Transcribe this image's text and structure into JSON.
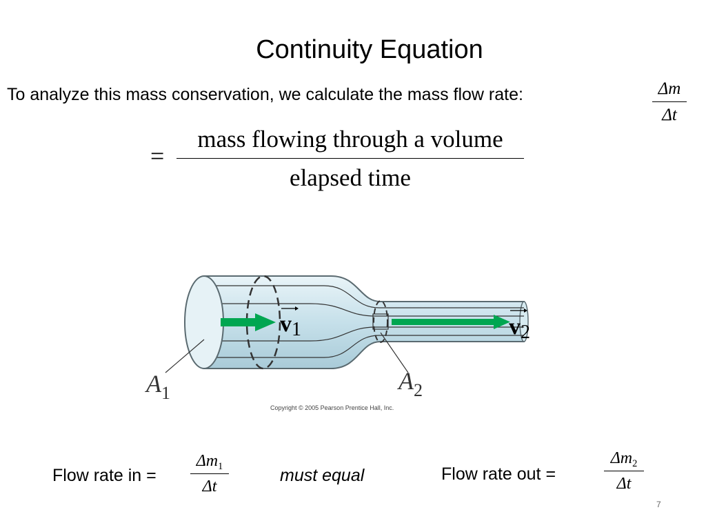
{
  "slide": {
    "title": "Continuity Equation",
    "intro_text": "To analyze this mass conservation, we calculate the mass flow rate:",
    "page_number": "7"
  },
  "rate_fraction": {
    "numerator": "Δm",
    "denominator": "Δt"
  },
  "definition": {
    "equals_sign": "=",
    "numerator": "mass flowing through a volume",
    "denominator": "elapsed time"
  },
  "figure": {
    "label_A": "A",
    "label_A1_sub": "1",
    "label_A2_sub": "2",
    "label_v": "v",
    "label_v1_sub": "1",
    "label_v2_sub": "2",
    "copyright": "Copyright © 2005 Pearson Prentice Hall, Inc.",
    "colors": {
      "tube_fill": "#cfe6ee",
      "tube_stroke": "#5a6a70",
      "arrow": "#00a651"
    }
  },
  "flow_in": {
    "label": "Flow rate in =",
    "numerator": "Δm",
    "numerator_sub": "1",
    "denominator": "Δt"
  },
  "connector": "must equal",
  "flow_out": {
    "label": "Flow rate out =",
    "numerator": "Δm",
    "numerator_sub": "2",
    "denominator": "Δt"
  }
}
